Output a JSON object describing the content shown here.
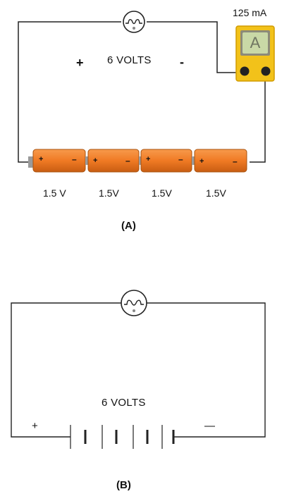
{
  "diagram_a": {
    "current_reading": "125 mA",
    "meter_symbol": "A",
    "voltage_label": "6 VOLTS",
    "plus_sign": "+",
    "minus_sign": "-",
    "battery_plus": "+",
    "battery_minus": "–",
    "batteries": [
      "1.5 V",
      "1.5V",
      "1.5V",
      "1.5V"
    ],
    "caption": "(A)",
    "colors": {
      "battery": "#f07a24",
      "ammeter": "#f2c21a",
      "meter_screen": "#c9d8a6"
    }
  },
  "diagram_b": {
    "voltage_label": "6 VOLTS",
    "plus_sign": "+",
    "minus_sign": "—",
    "caption": "(B)"
  }
}
